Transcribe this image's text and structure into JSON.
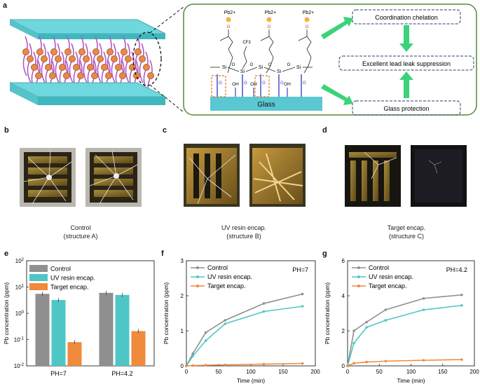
{
  "panels": {
    "a": "a",
    "b": "b",
    "c": "c",
    "d": "d",
    "e": "e",
    "f": "f",
    "g": "g"
  },
  "schematic": {
    "pb_label": "Pb2+",
    "cf3_label": "CF3",
    "oh_label": "OH",
    "o_label": "O",
    "si_label": "Si",
    "glass_label": "Glass",
    "flow": [
      "Coordination chelation",
      "Excellent lead leak suppression",
      "Glass protection"
    ]
  },
  "captions": {
    "b": [
      "Control",
      "(structure A)"
    ],
    "c": [
      "UV resin encap.",
      "(structure B)"
    ],
    "d": [
      "Target encap.",
      "(structure C)"
    ]
  },
  "colors": {
    "control": "#8f8f8f",
    "uv": "#4fc6c6",
    "target": "#f08a3c",
    "frame_green": "#4e8a3a",
    "glass": "#5bc7d2",
    "arrow": "#3cd27a"
  },
  "chart_data": [
    {
      "type": "bar",
      "panel": "e",
      "ylabel": "Pb concentration (ppm)",
      "yscale": "log",
      "ylim": [
        0.01,
        100
      ],
      "yticks": [
        "10^-2",
        "10^-1",
        "10^0",
        "10^1",
        "10^2"
      ],
      "categories": [
        "PH=7",
        "PH=4.2"
      ],
      "series": [
        {
          "name": "Control",
          "values": [
            5.5,
            6.0
          ]
        },
        {
          "name": "UV resin encap.",
          "values": [
            3.2,
            5.0
          ]
        },
        {
          "name": "Target encap.",
          "values": [
            0.08,
            0.21
          ]
        }
      ]
    },
    {
      "type": "line",
      "panel": "f",
      "annotation": "PH=7",
      "xlabel": "Time (min)",
      "ylabel": "Pb concentration (ppm)",
      "xlim": [
        0,
        200
      ],
      "ylim": [
        0,
        3
      ],
      "xticks": [
        0,
        50,
        100,
        150,
        200
      ],
      "yticks": [
        0,
        1,
        2,
        3
      ],
      "x": [
        0,
        10,
        30,
        60,
        120,
        180
      ],
      "series": [
        {
          "name": "Control",
          "values": [
            0,
            0.35,
            0.95,
            1.3,
            1.78,
            2.05
          ]
        },
        {
          "name": "UV resin encap.",
          "values": [
            0,
            0.28,
            0.72,
            1.2,
            1.55,
            1.7
          ]
        },
        {
          "name": "Target encap.",
          "values": [
            0,
            0.01,
            0.02,
            0.03,
            0.05,
            0.07
          ]
        }
      ]
    },
    {
      "type": "line",
      "panel": "g",
      "annotation": "PH=4.2",
      "xlabel": "Time (min)",
      "ylabel": "Pb concentration (ppm)",
      "xlim": [
        0,
        200
      ],
      "ylim": [
        0,
        6
      ],
      "xticks": [
        0,
        50,
        100,
        150,
        200
      ],
      "yticks": [
        0,
        2,
        4,
        6
      ],
      "x": [
        0,
        10,
        30,
        60,
        120,
        180
      ],
      "series": [
        {
          "name": "Control",
          "values": [
            0,
            2.0,
            2.5,
            3.2,
            3.85,
            4.05
          ]
        },
        {
          "name": "UV resin encap.",
          "values": [
            0,
            1.3,
            2.2,
            2.6,
            3.2,
            3.45
          ]
        },
        {
          "name": "Target encap.",
          "values": [
            0,
            0.15,
            0.22,
            0.27,
            0.32,
            0.36
          ]
        }
      ]
    }
  ]
}
